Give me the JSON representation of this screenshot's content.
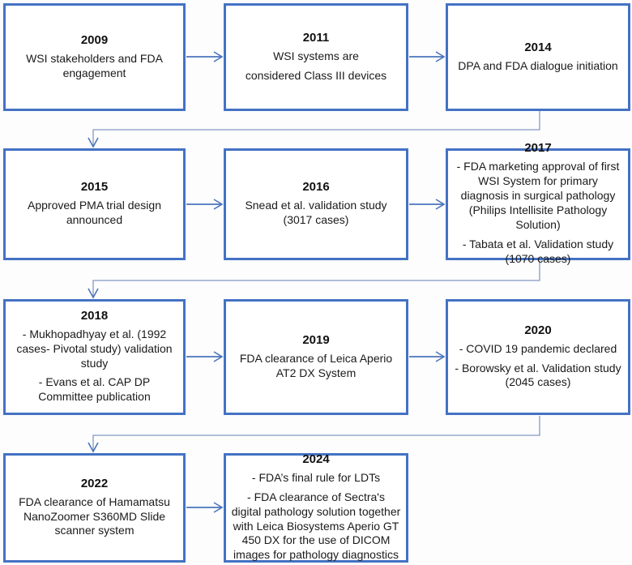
{
  "diagram": {
    "type": "timeline-flowchart",
    "colors": {
      "box_border": "#4472c4",
      "box_fill": "#ffffff",
      "arrow": "#4a75bc",
      "elbow_connector": "#8399c4",
      "text": "#1a1a1a"
    },
    "boxes": [
      {
        "year": "2009",
        "lines": [
          "WSI stakeholders and FDA engagement"
        ]
      },
      {
        "year": "2011",
        "lines": [
          "WSI systems are",
          "considered Class III devices"
        ]
      },
      {
        "year": "2014",
        "lines": [
          "DPA and FDA dialogue initiation"
        ]
      },
      {
        "year": "2015",
        "lines": [
          "Approved PMA trial design announced"
        ]
      },
      {
        "year": "2016",
        "lines": [
          "Snead et al. validation study (3017 cases)"
        ]
      },
      {
        "year": "2017",
        "lines": [
          "- FDA marketing approval of first WSI System for primary diagnosis in surgical pathology (Philips Intellisite Pathology Solution)",
          "- Tabata et al. Validation study (1070 cases)"
        ]
      },
      {
        "year": "2018",
        "lines": [
          "- Mukhopadhyay et al. (1992 cases- Pivotal study) validation study",
          "- Evans et al. CAP DP Committee publication"
        ]
      },
      {
        "year": "2019",
        "lines": [
          "FDA clearance of Leica Aperio AT2 DX System"
        ]
      },
      {
        "year": "2020",
        "lines": [
          "- COVID 19 pandemic declared",
          "- Borowsky et al. Validation study (2045 cases)"
        ]
      },
      {
        "year": "2022",
        "lines": [
          "FDA clearance of Hamamatsu NanoZoomer S360MD Slide scanner system"
        ]
      },
      {
        "year": "2024",
        "lines": [
          "- FDA’s final rule for LDTs",
          "- FDA clearance of Sectra's digital pathology solution together with Leica Biosystems Aperio GT 450 DX for the use of DICOM images for pathology diagnostics"
        ]
      }
    ]
  }
}
